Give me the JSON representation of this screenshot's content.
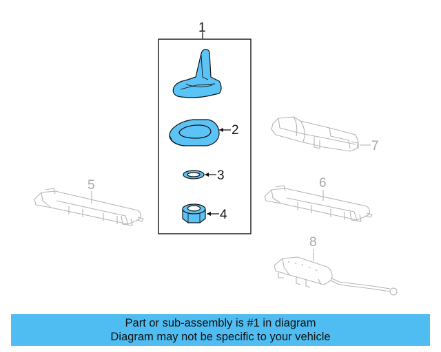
{
  "callouts": {
    "c1": "1",
    "c2": "2",
    "c3": "3",
    "c4": "4",
    "c5": "5",
    "c6": "6",
    "c7": "7",
    "c8": "8"
  },
  "banner": {
    "line1": "Part or sub-assembly is #1 in diagram",
    "line2": "Diagram may not be specific to your vehicle"
  },
  "colors": {
    "highlight": "#4fbdf2",
    "part_fill": "#5bc3f5",
    "ghost_stroke": "#b4b4b4",
    "line": "#111111"
  }
}
